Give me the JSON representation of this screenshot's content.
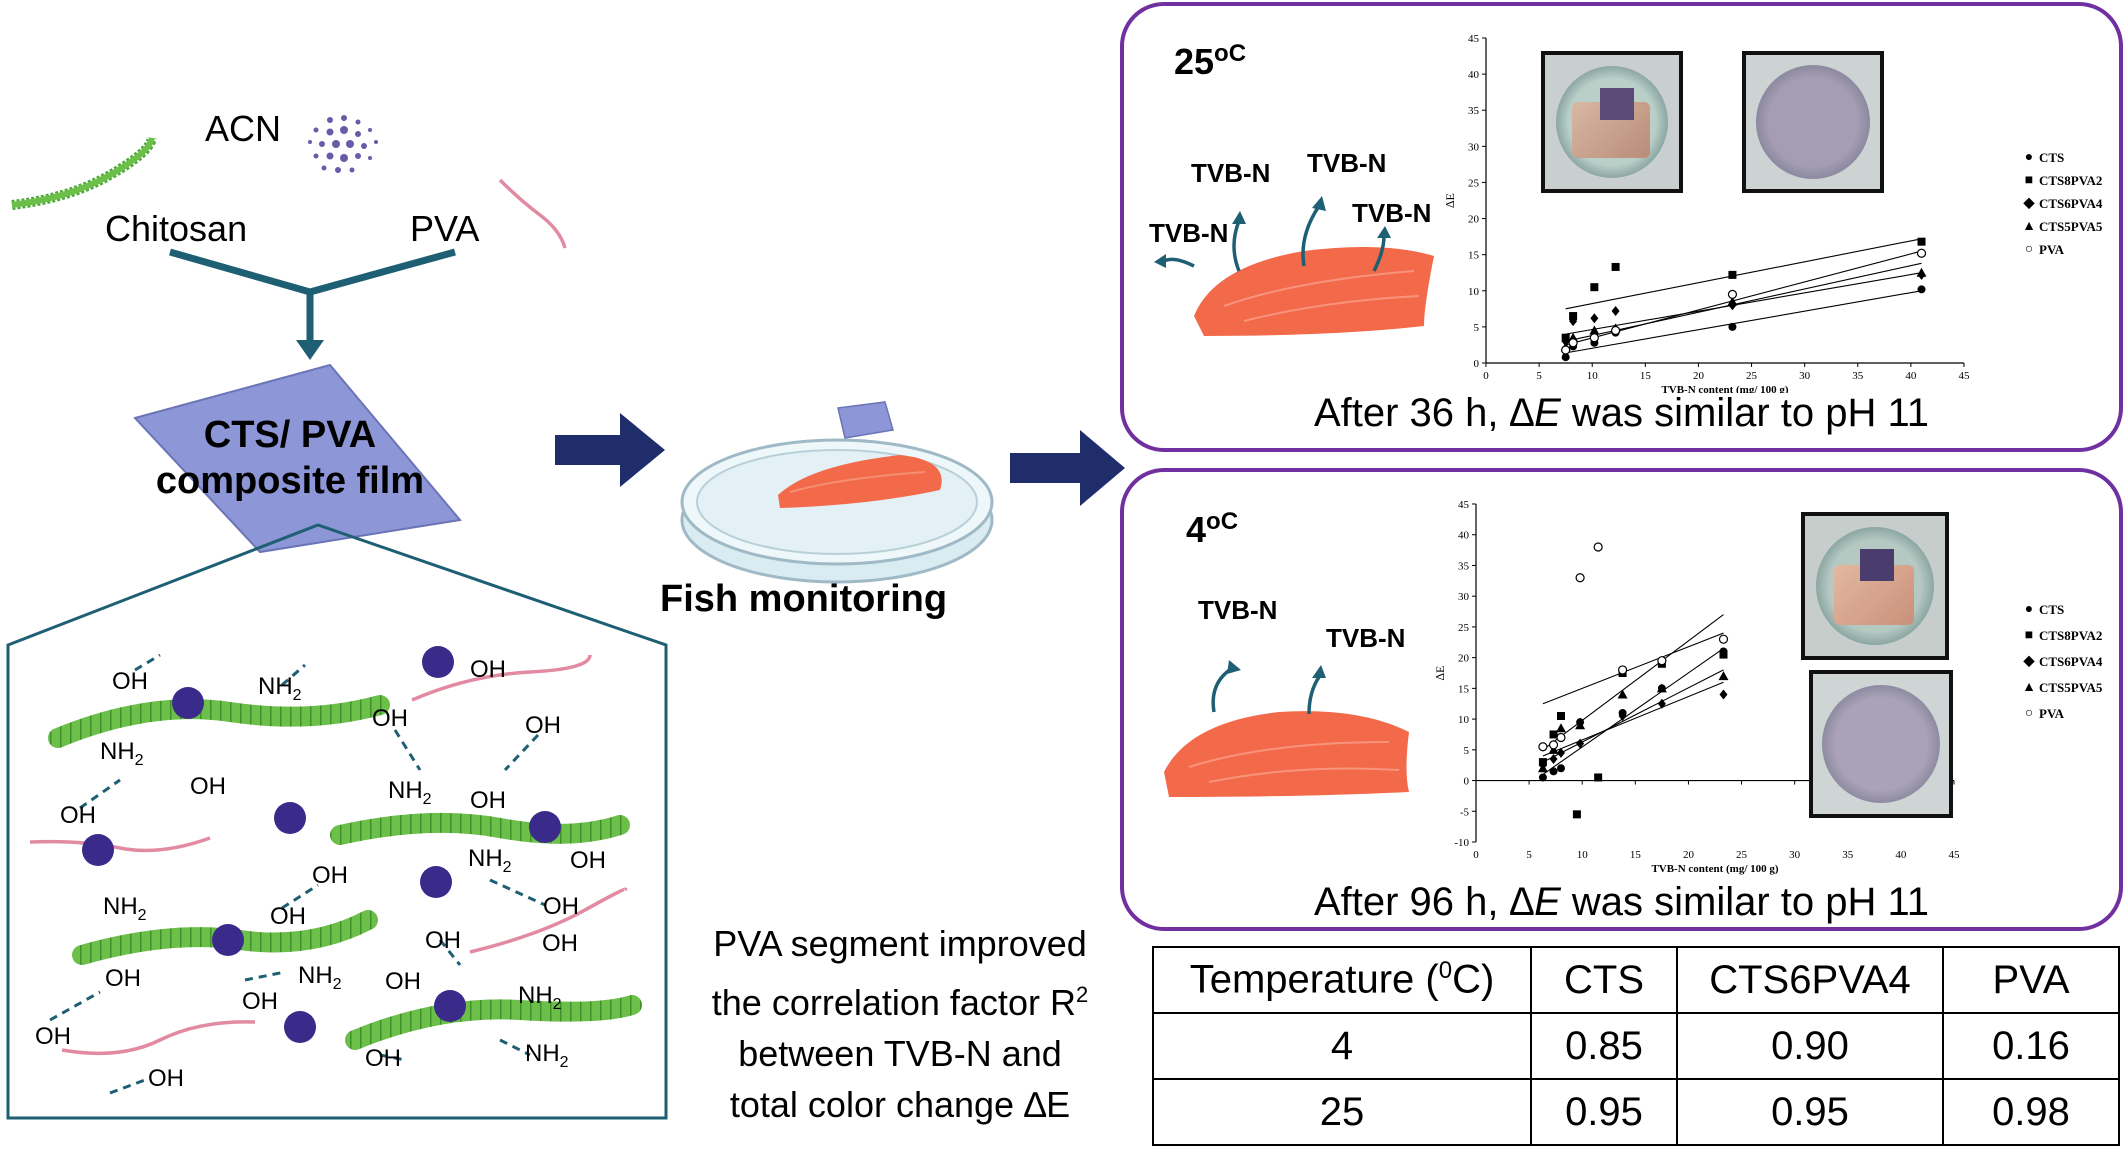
{
  "left": {
    "acn_label": "ACN",
    "chitosan_label": "Chitosan",
    "pva_label": "PVA",
    "film_line1": "CTS/ PVA",
    "film_line2": "composite film",
    "groups": {
      "oh": "OH",
      "nh": "NH",
      "sub2": "2"
    }
  },
  "middle": {
    "fish_monitoring": "Fish monitoring",
    "note_lines": [
      "PVA segment improved",
      "the correlation factor R",
      "between TVB-N and",
      "total color change ∆E"
    ],
    "note_sup": "2"
  },
  "panel_25": {
    "temp": "25",
    "temp_unit": "oC",
    "tvb_label": "TVB-N",
    "caption_before": "After 36 h, ",
    "caption_var": "∆E",
    "caption_after": " was similar to pH 11"
  },
  "panel_4": {
    "temp": "4",
    "temp_unit": "oC",
    "tvb_label": "TVB-N",
    "caption_before": "After 96 h, ",
    "caption_var": "∆E",
    "caption_after": " was similar to pH 11"
  },
  "legend_names": [
    "CTS",
    "CTS8PVA2",
    "CTS6PVA4",
    "CTS5PVA5",
    "PVA"
  ],
  "chart_data": [
    {
      "type": "scatter",
      "panel": "25oC",
      "xlabel": "TVB-N content (mg/ 100 g)",
      "ylabel": "∆E",
      "xlim": [
        0,
        45
      ],
      "ylim": [
        0,
        45
      ],
      "xticks": [
        0,
        5,
        10,
        15,
        20,
        25,
        30,
        35,
        40,
        45
      ],
      "yticks": [
        0,
        5,
        10,
        15,
        20,
        25,
        30,
        35,
        40,
        45
      ],
      "series": [
        {
          "name": "CTS",
          "marker": "circle-filled",
          "points": [
            [
              7.5,
              0.8
            ],
            [
              8.2,
              2.3
            ],
            [
              10.2,
              2.8
            ],
            [
              12.2,
              4.2
            ],
            [
              23.2,
              5.0
            ],
            [
              41.0,
              10.2
            ]
          ],
          "trend": [
            [
              7.5,
              1.4
            ],
            [
              41.0,
              10.0
            ]
          ]
        },
        {
          "name": "CTS8PVA2",
          "marker": "square-filled",
          "points": [
            [
              7.5,
              3.5
            ],
            [
              8.2,
              6.5
            ],
            [
              10.2,
              10.5
            ],
            [
              12.2,
              13.3
            ],
            [
              23.2,
              12.2
            ],
            [
              41.0,
              16.8
            ]
          ],
          "trend": [
            [
              7.5,
              7.5
            ],
            [
              41.0,
              17.2
            ]
          ]
        },
        {
          "name": "CTS6PVA4",
          "marker": "diamond-filled",
          "points": [
            [
              7.5,
              3.0
            ],
            [
              8.2,
              5.8
            ],
            [
              10.2,
              6.2
            ],
            [
              12.2,
              7.2
            ],
            [
              23.2,
              8.0
            ],
            [
              41.0,
              12.2
            ]
          ],
          "trend": [
            [
              7.5,
              4.0
            ],
            [
              41.0,
              12.5
            ]
          ]
        },
        {
          "name": "CTS5PVA5",
          "marker": "triangle-filled",
          "points": [
            [
              7.5,
              2.2
            ],
            [
              8.2,
              3.5
            ],
            [
              10.2,
              4.5
            ],
            [
              12.2,
              4.8
            ],
            [
              23.2,
              8.5
            ],
            [
              41.0,
              12.5
            ]
          ],
          "trend": [
            [
              7.5,
              3.0
            ],
            [
              41.0,
              13.8
            ]
          ]
        },
        {
          "name": "PVA",
          "marker": "circle-open",
          "points": [
            [
              7.5,
              1.8
            ],
            [
              8.2,
              2.8
            ],
            [
              10.2,
              3.5
            ],
            [
              12.2,
              4.5
            ],
            [
              23.2,
              9.5
            ],
            [
              41.0,
              15.2
            ]
          ],
          "trend": [
            [
              7.5,
              2.5
            ],
            [
              41.0,
              15.5
            ]
          ]
        }
      ]
    },
    {
      "type": "scatter",
      "panel": "4oC",
      "xlabel": "TVB-N content (mg/ 100 g)",
      "ylabel": "∆E",
      "xlim": [
        0,
        45
      ],
      "ylim": [
        -10,
        45
      ],
      "xticks": [
        0,
        5,
        10,
        15,
        20,
        25,
        30,
        35,
        40,
        45
      ],
      "yticks": [
        -10,
        -5,
        0,
        5,
        10,
        15,
        20,
        25,
        30,
        35,
        40,
        45
      ],
      "series": [
        {
          "name": "CTS",
          "marker": "circle-filled",
          "points": [
            [
              6.3,
              0.5
            ],
            [
              7.3,
              1.5
            ],
            [
              8.0,
              2.0
            ],
            [
              9.8,
              9.5
            ],
            [
              13.8,
              11.0
            ],
            [
              17.5,
              15.0
            ],
            [
              23.3,
              21.0
            ]
          ],
          "trend": [
            [
              6.3,
              1.0
            ],
            [
              23.3,
              21.5
            ]
          ]
        },
        {
          "name": "CTS8PVA2",
          "marker": "square-filled",
          "points": [
            [
              6.3,
              3.0
            ],
            [
              7.3,
              7.5
            ],
            [
              8.0,
              10.5
            ],
            [
              9.5,
              -5.5
            ],
            [
              11.5,
              0.5
            ],
            [
              13.8,
              17.5
            ],
            [
              17.5,
              19.0
            ],
            [
              23.3,
              20.5
            ]
          ],
          "trend": [
            [
              6.3,
              12.5
            ],
            [
              23.3,
              24.0
            ]
          ]
        },
        {
          "name": "CTS6PVA4",
          "marker": "diamond-filled",
          "points": [
            [
              6.3,
              2.5
            ],
            [
              7.3,
              3.5
            ],
            [
              8.0,
              4.5
            ],
            [
              9.8,
              6.0
            ],
            [
              13.8,
              10.5
            ],
            [
              17.5,
              12.5
            ],
            [
              23.3,
              14.0
            ]
          ],
          "trend": [
            [
              6.3,
              4.0
            ],
            [
              23.3,
              16.0
            ]
          ]
        },
        {
          "name": "CTS5PVA5",
          "marker": "triangle-filled",
          "points": [
            [
              6.3,
              2.0
            ],
            [
              7.3,
              5.0
            ],
            [
              8.0,
              8.5
            ],
            [
              9.8,
              9.0
            ],
            [
              13.8,
              14.0
            ],
            [
              17.5,
              15.0
            ],
            [
              23.3,
              17.0
            ]
          ],
          "trend": [
            [
              6.3,
              3.0
            ],
            [
              23.3,
              18.0
            ]
          ]
        },
        {
          "name": "PVA",
          "marker": "circle-open",
          "points": [
            [
              6.3,
              5.5
            ],
            [
              7.3,
              5.8
            ],
            [
              8.0,
              7.0
            ],
            [
              9.8,
              33.0
            ],
            [
              11.5,
              38.0
            ],
            [
              13.8,
              18.0
            ],
            [
              17.5,
              19.5
            ],
            [
              23.3,
              23.0
            ]
          ],
          "trend": [
            [
              6.3,
              5.0
            ],
            [
              23.3,
              27.0
            ]
          ]
        }
      ]
    }
  ],
  "table": {
    "headers": [
      "Temperature (",
      "CTS",
      "CTS6PVA4",
      "PVA"
    ],
    "header_sup": "0",
    "header_tail": "C)",
    "rows": [
      [
        "4",
        "0.85",
        "0.90",
        "0.16"
      ],
      [
        "25",
        "0.95",
        "0.95",
        "0.98"
      ]
    ]
  }
}
